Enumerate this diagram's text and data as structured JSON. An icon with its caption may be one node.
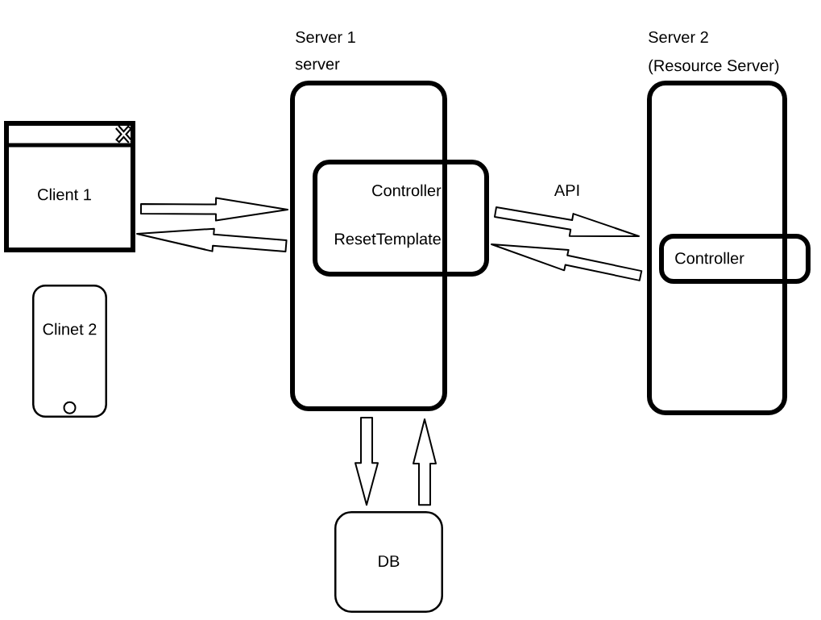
{
  "diagram": {
    "nodes": [
      {
        "text": [
          "Client 1"
        ]
      },
      {
        "text": [
          "Clinet 2"
        ]
      },
      {
        "text": [
          "Server 1",
          "server"
        ]
      },
      {
        "text": [
          "Controller",
          "ResetTemplate"
        ]
      },
      {
        "text": [
          "Server 2",
          "(Resource Server)"
        ]
      },
      {
        "text": [
          "Controller"
        ]
      },
      {
        "text": [
          "DB"
        ]
      }
    ],
    "edges": [
      {
        "from": 0,
        "to": 2,
        "arrow": "to"
      },
      {
        "from": 2,
        "to": 0,
        "arrow": "to"
      },
      {
        "from": 3,
        "to": 5,
        "arrow": "to",
        "label": "API"
      },
      {
        "from": 5,
        "to": 3,
        "arrow": "to"
      },
      {
        "from": 2,
        "to": 6,
        "arrow": "to"
      },
      {
        "from": 6,
        "to": 2,
        "arrow": "to"
      }
    ]
  }
}
